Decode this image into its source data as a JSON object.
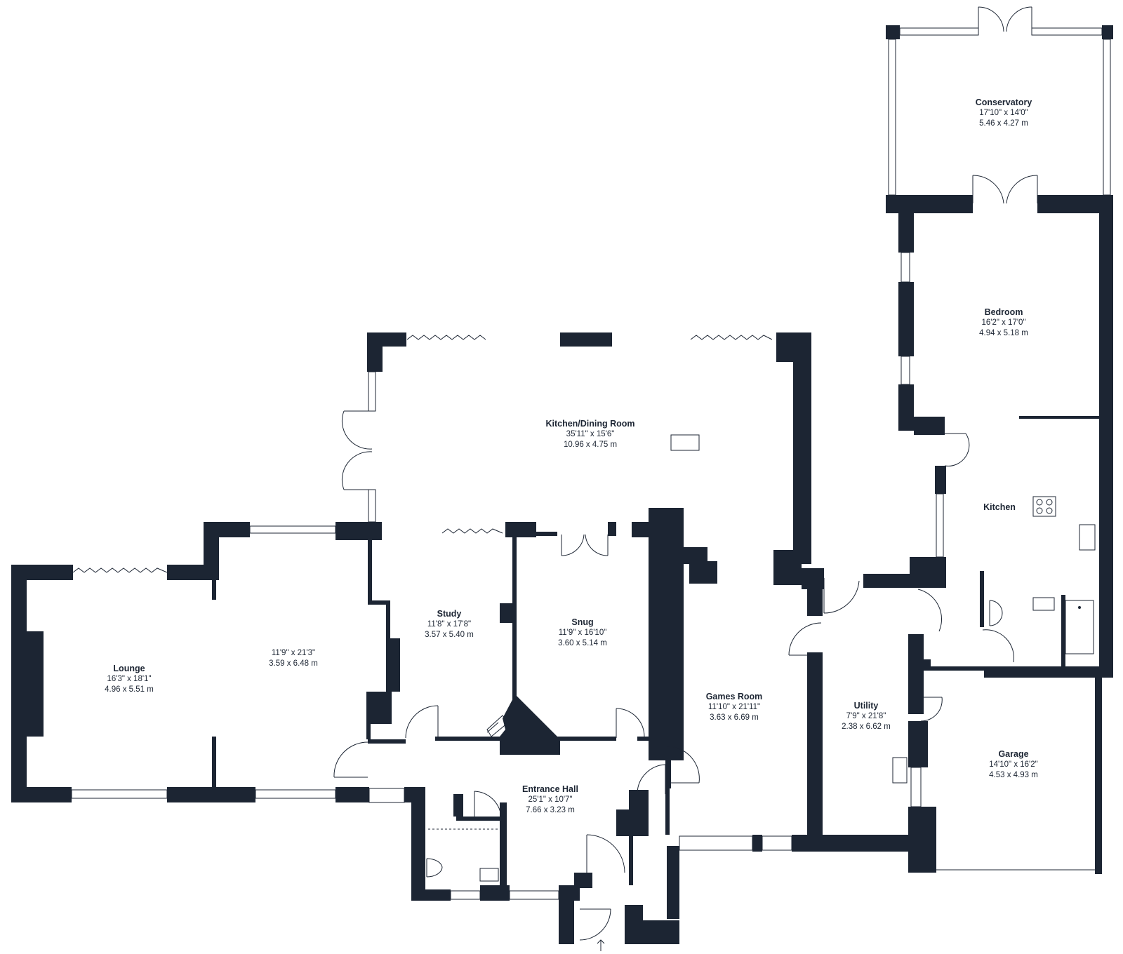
{
  "plan": {
    "wall_color": "#1c2533",
    "rooms": [
      {
        "key": "conservatory",
        "name": "Conservatory",
        "imperial": "17'10\" x 14'0\"",
        "metric": "5.46 x 4.27 m"
      },
      {
        "key": "bedroom",
        "name": "Bedroom",
        "imperial": "16'2\" x 17'0\"",
        "metric": "4.94 x 5.18 m"
      },
      {
        "key": "kitchen_dining",
        "name": "Kitchen/Dining Room",
        "imperial": "35'11\" x 15'6\"",
        "metric": "10.96 x 4.75 m"
      },
      {
        "key": "kitchen",
        "name": "Kitchen",
        "imperial": "",
        "metric": ""
      },
      {
        "key": "lounge",
        "name": "Lounge",
        "imperial": "16'3\" x 18'1\"",
        "metric": "4.96 x 5.51 m"
      },
      {
        "key": "lounge_extension",
        "name": "",
        "imperial": "11'9\" x 21'3\"",
        "metric": "3.59 x 6.48 m"
      },
      {
        "key": "study",
        "name": "Study",
        "imperial": "11'8\" x 17'8\"",
        "metric": "3.57 x 5.40 m"
      },
      {
        "key": "snug",
        "name": "Snug",
        "imperial": "11'9\" x 16'10\"",
        "metric": "3.60 x 5.14 m"
      },
      {
        "key": "games_room",
        "name": "Games Room",
        "imperial": "11'10\" x 21'11\"",
        "metric": "3.63 x 6.69 m"
      },
      {
        "key": "utility",
        "name": "Utility",
        "imperial": "7'9\" x 21'8\"",
        "metric": "2.38 x 6.62 m"
      },
      {
        "key": "garage",
        "name": "Garage",
        "imperial": "14'10\" x 16'2\"",
        "metric": "4.53 x 4.93 m"
      },
      {
        "key": "entrance_hall",
        "name": "Entrance Hall",
        "imperial": "25'1\" x 10'7\"",
        "metric": "7.66 x 3.23 m"
      }
    ],
    "icons": [
      "hob-icon",
      "sink-icon",
      "toilet-icon",
      "shower-icon",
      "entrance-arrow-icon"
    ]
  }
}
